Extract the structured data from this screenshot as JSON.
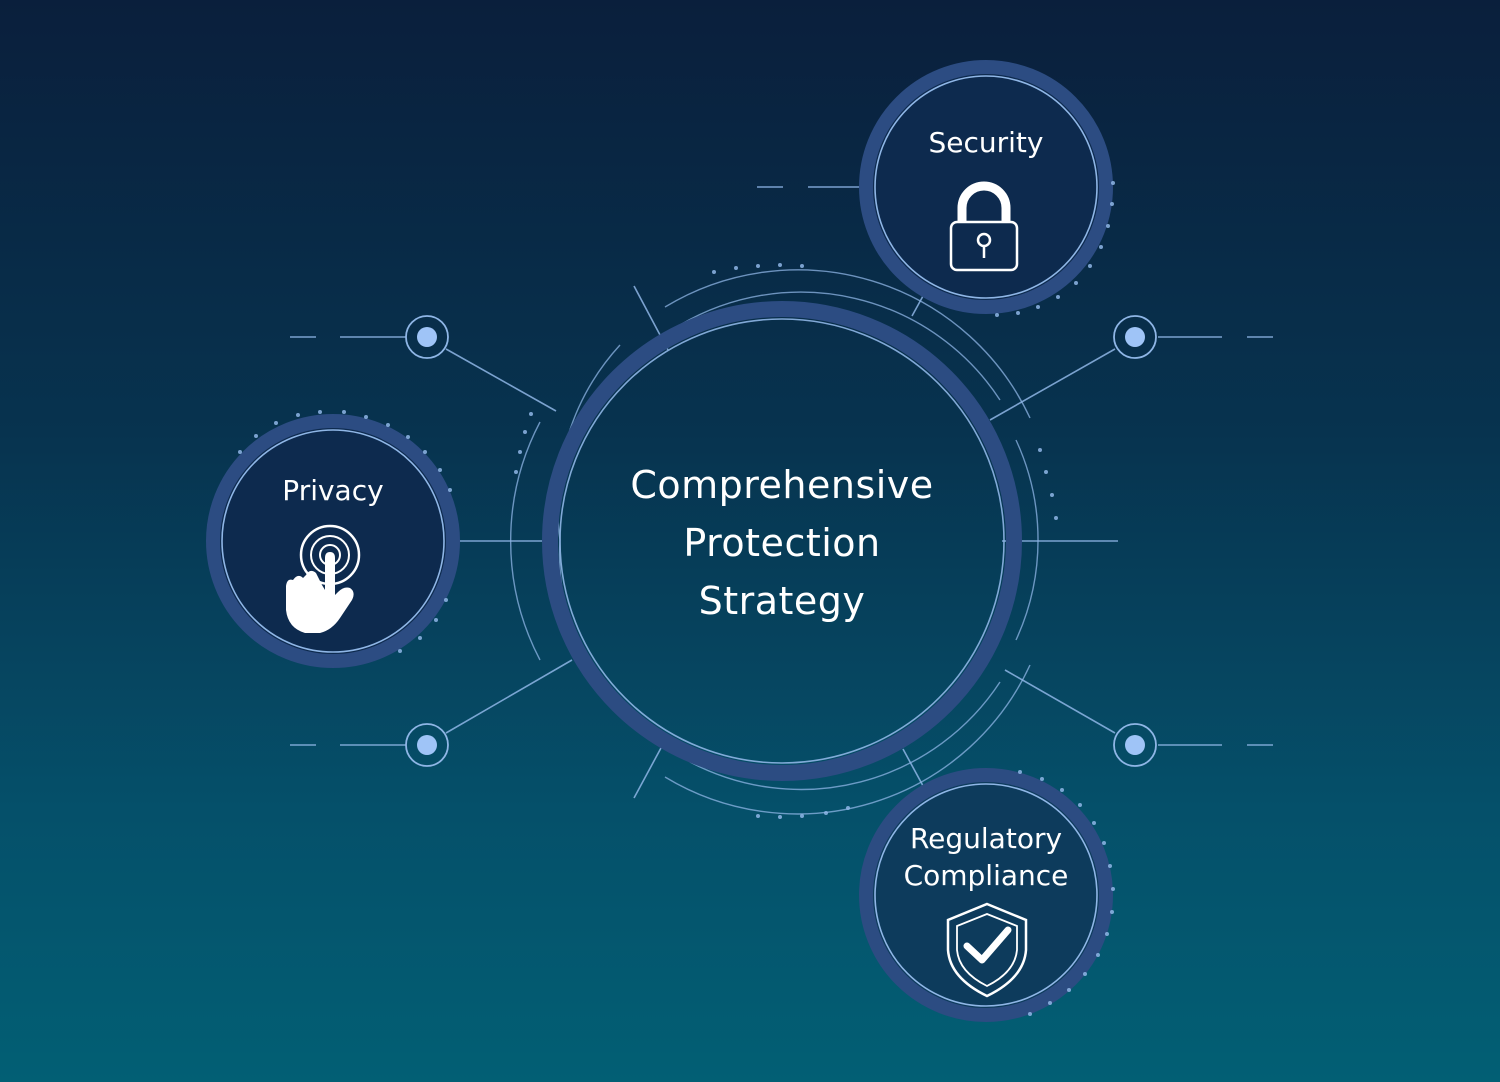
{
  "center": {
    "lines": [
      "Comprehensive",
      "Protection",
      "Strategy"
    ]
  },
  "nodes": {
    "security": {
      "label": "Security",
      "icon": "padlock-icon"
    },
    "privacy": {
      "label": "Privacy",
      "icon": "touch-hand-icon"
    },
    "compliance": {
      "label_lines": [
        "Regulatory",
        "Compliance"
      ],
      "icon": "shield-check-icon"
    }
  },
  "colors": {
    "accent": "#8fb6e6",
    "ring": "#2c4c82",
    "node_dot": "#9fc4f7",
    "text": "#ffffff"
  }
}
